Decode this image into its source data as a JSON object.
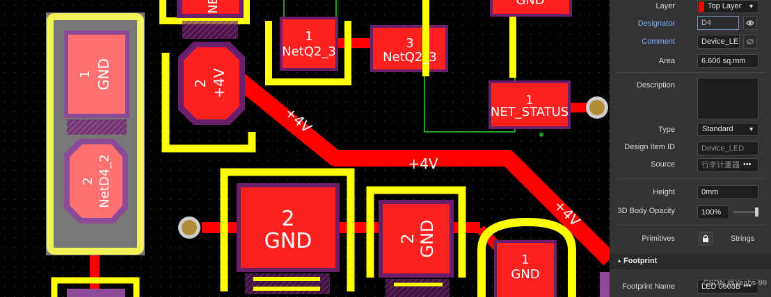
{
  "pcb": {
    "pads": [
      {
        "number": "1",
        "net": "GND"
      },
      {
        "number": "2",
        "net": "NetD4_2"
      },
      {
        "number": "2",
        "net": "+4V"
      },
      {
        "number": "1",
        "net": "NetQ2_3"
      },
      {
        "number": "3",
        "net": "NetQ2_3"
      },
      {
        "number": "1",
        "net": "NET_STATUS"
      },
      {
        "number": "2",
        "net": "GND"
      },
      {
        "number": "2",
        "net": "GND"
      },
      {
        "number": "1",
        "net": "GND"
      }
    ],
    "top_partial_labels": [
      "NET",
      "GND"
    ],
    "trace_labels": [
      "+4V",
      "+4V",
      "+4V"
    ],
    "colors": {
      "track": "#ff0000",
      "pad": "#ff2020",
      "overlay": "#ffff00",
      "solder_mask": "#7a1a7a",
      "via": "#b8962a"
    }
  },
  "properties": {
    "layer": {
      "label": "Layer",
      "value": "Top Layer",
      "swatch": "#ff0000"
    },
    "designator": {
      "label": "Designator",
      "value": "D4",
      "icon": "eye-icon"
    },
    "comment": {
      "label": "Comment",
      "value": "Device_LE",
      "icon": "eye-off-icon"
    },
    "area": {
      "label": "Area",
      "value": "6.606 sq.mm"
    },
    "description": {
      "label": "Description",
      "value": ""
    },
    "type": {
      "label": "Type",
      "value": "Standard"
    },
    "design_item_id": {
      "label": "Design Item ID",
      "value": "Device_LED"
    },
    "source": {
      "label": "Source",
      "value": "行李计重器",
      "more": "•••"
    },
    "height": {
      "label": "Height",
      "value": "0mm"
    },
    "body_opacity": {
      "label": "3D Body Opacity",
      "value": "100%",
      "level": 1.0
    },
    "primitives": {
      "label": "Primitives",
      "icon": "lock-icon"
    },
    "strings": {
      "label": "Strings"
    },
    "footprint_section": {
      "label": "Footprint"
    },
    "footprint_name": {
      "label": "Footprint Name",
      "value": "LED 0603B",
      "more": "•••"
    },
    "watermark": "CSDN @Yeahs·99"
  }
}
